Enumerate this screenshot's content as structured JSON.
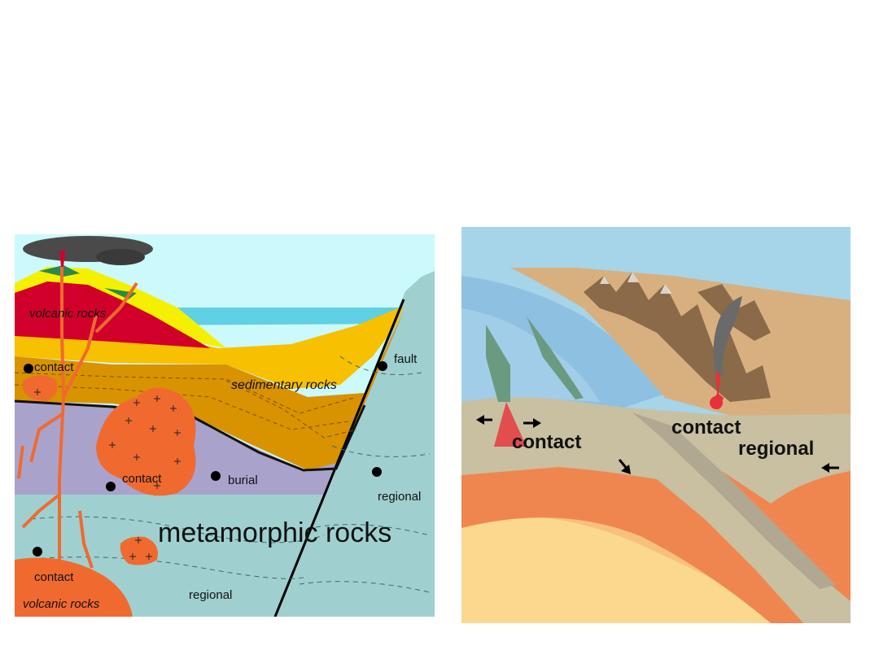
{
  "left_diagram": {
    "labels": {
      "volcanic_rocks_top": "volcanic rocks",
      "contact_upper": "contact",
      "sedimentary_rocks": "sedimentary rocks",
      "fault": "fault",
      "contact_middle": "contact",
      "burial": "burial",
      "regional_right": "regional",
      "metamorphic_rocks": "metamorphic rocks",
      "contact_lower": "contact",
      "volcanic_rocks_bottom": "volcanic rocks",
      "regional_bottom": "regional"
    },
    "colors": {
      "sky": "#ccf9fb",
      "sea": "#5fd0e6",
      "basement": "#9fd0cf",
      "metamorphic": "#a9a3cc",
      "sediment_upper": "#f7c000",
      "sediment_lower": "#d99200",
      "volcanic_red": "#d1002a",
      "volcanic_yellow": "#f5f000",
      "magma": "#f06a30",
      "smoke": "#4a4a4a"
    }
  },
  "right_diagram": {
    "labels": {
      "contact_left": "contact",
      "contact_right": "contact",
      "regional": "regional"
    },
    "colors": {
      "sky": "#a6d4e8",
      "ocean": "#8ec0e2",
      "crust": "#c8c0a0",
      "mantle_upper": "#ef8650",
      "mantle_mid": "#f39a5c",
      "mantle_deep": "#f7c07c",
      "land": "#d8b080",
      "magma": "#e8303a"
    }
  }
}
